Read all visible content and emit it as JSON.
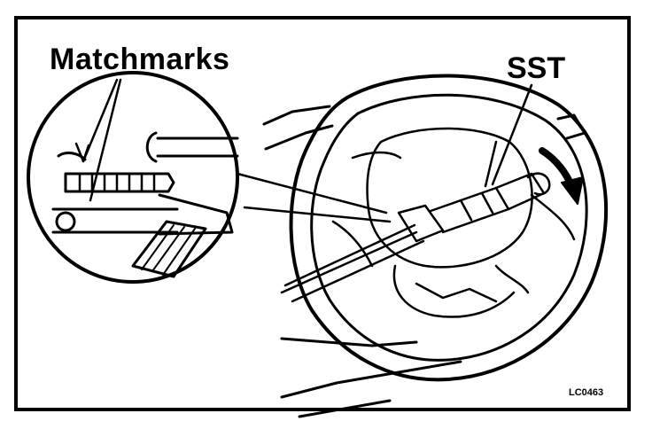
{
  "labels": {
    "matchmarks": "Matchmarks",
    "sst": "SST",
    "figure_code": "LC0463"
  }
}
